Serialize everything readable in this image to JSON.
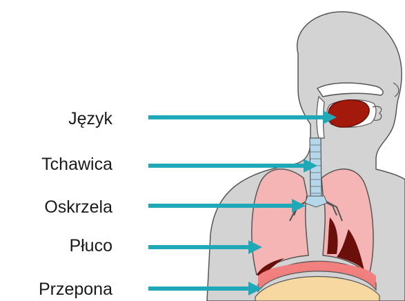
{
  "labels": [
    {
      "id": "tongue",
      "text": "Język"
    },
    {
      "id": "trachea",
      "text": "Tchawica"
    },
    {
      "id": "bronchi",
      "text": "Oskrzela"
    },
    {
      "id": "lung",
      "text": "Płuco"
    },
    {
      "id": "diaphragm",
      "text": "Przepona"
    }
  ],
  "colors": {
    "arrow": "#1fa8b8",
    "body": "#d3d3d3",
    "lung": "#f6b5b5",
    "mouth": "#a31a0c",
    "diaphragm_top": "#ef7f7f",
    "diaphragm_bottom": "#f7d8a0",
    "trachea": "#b5d7ea"
  }
}
